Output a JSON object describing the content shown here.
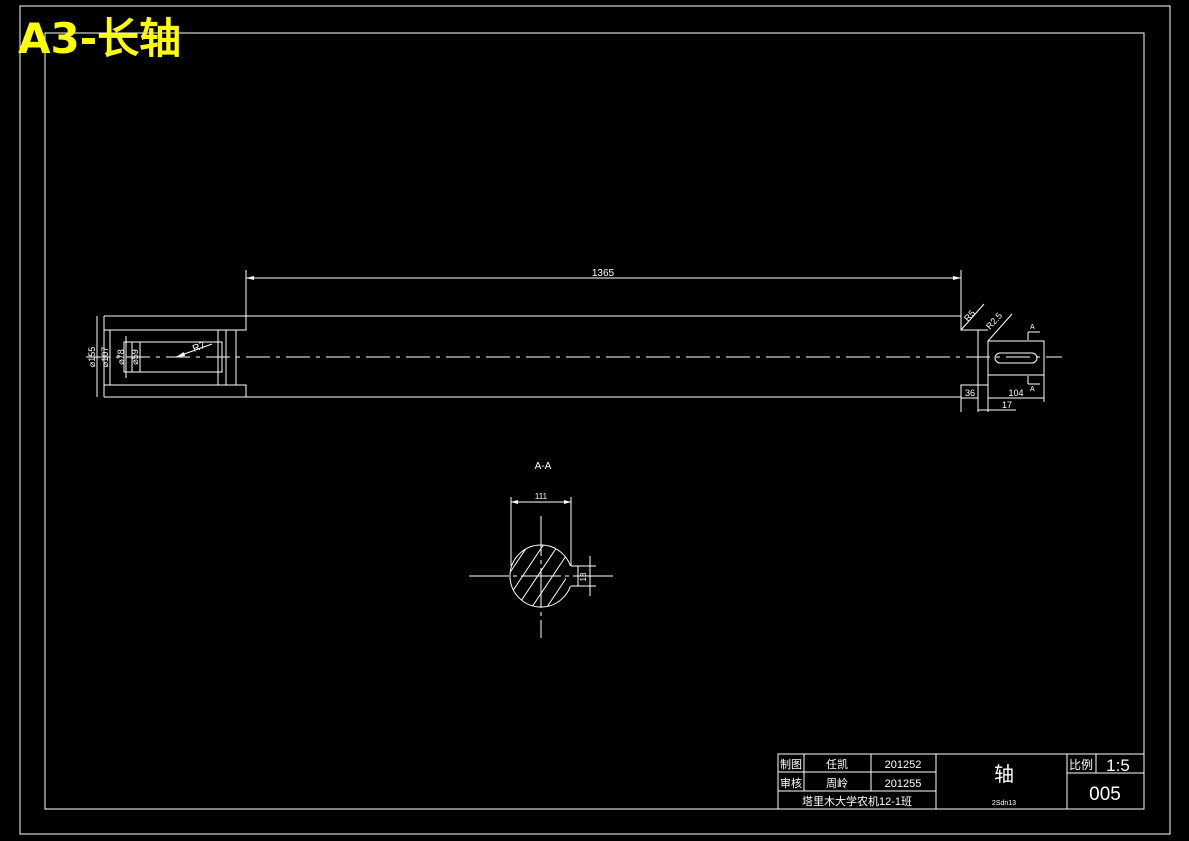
{
  "header": {
    "badge": "A3-长轴"
  },
  "drawing": {
    "dims": {
      "overall_length": "1365",
      "d_outer": "⌀155",
      "d_bore": "⌀107",
      "d_inner1": "⌀78",
      "d_inner2": "⌀59",
      "radius": "R7",
      "chamfer": "R5",
      "shoulder": "R2.5",
      "step_len": "36",
      "key_len": "104",
      "key_offset": "17",
      "section_label": "A-A",
      "section_width": "111",
      "key_depth": "18",
      "cut_mark": "A"
    }
  },
  "title_block": {
    "role_draw": "制图",
    "name_draw": "任凯",
    "date_draw": "201252",
    "role_check": "审核",
    "name_check": "周岭",
    "date_check": "201255",
    "school": "塔里木大学农机12-1班",
    "part_name": "轴",
    "material": "2Sdn13",
    "scale_label": "比例",
    "scale_value": "1:5",
    "drawing_no": "005"
  },
  "colors": {
    "lines": "#ffffff",
    "badge": "#ffff00",
    "background": "#000000"
  }
}
